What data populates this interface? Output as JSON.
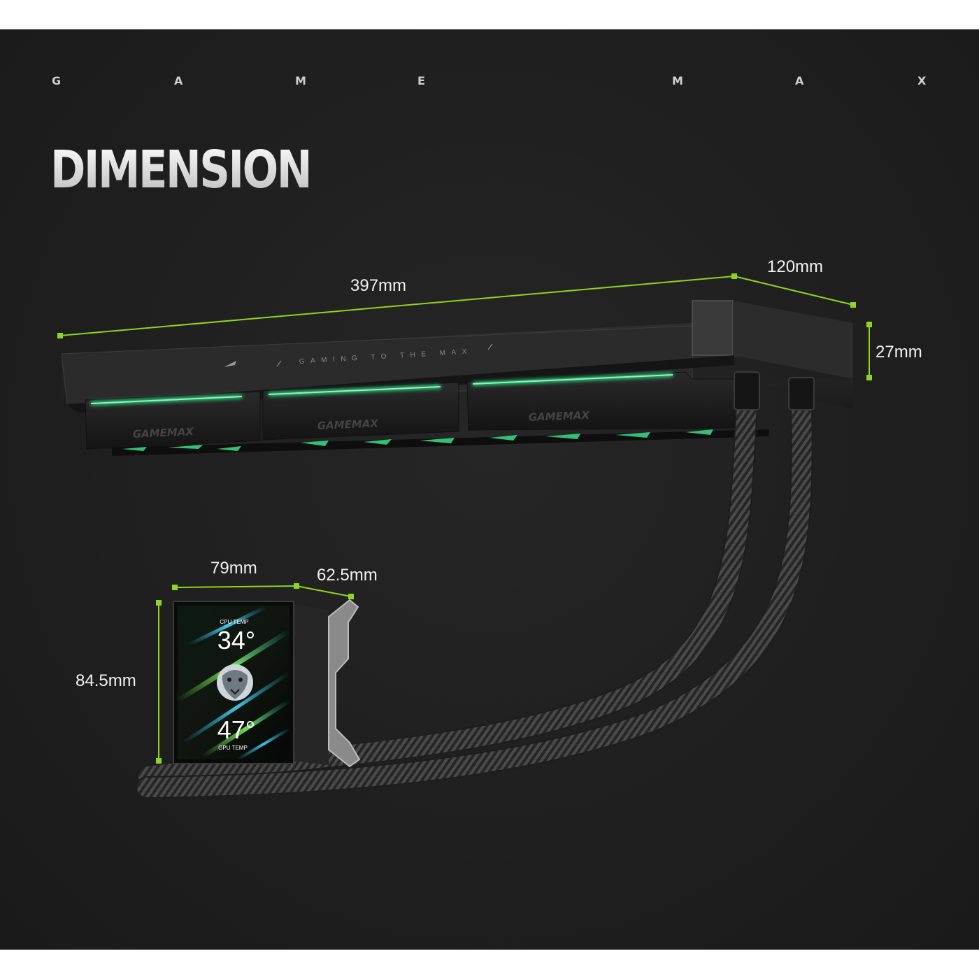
{
  "brand": {
    "letters": [
      "G",
      "A",
      "M",
      "E",
      "M",
      "A",
      "X"
    ]
  },
  "title": "DIMENSION",
  "radiator": {
    "slogan": "GAMING TO THE MAX",
    "fan_logo": "GAMEMAX",
    "fan_count": 3
  },
  "dimensions": {
    "length": "397mm",
    "width": "120mm",
    "height": "27mm",
    "pump_width": "79mm",
    "pump_depth": "62.5mm",
    "pump_height": "84.5mm"
  },
  "pump_screen": {
    "cpu_label": "CPU TEMP",
    "cpu_value": "34°",
    "gpu_value": "47°",
    "gpu_label": "GPU TEMP",
    "mascot": "lion-head-icon"
  },
  "colors": {
    "accent_green": "#8fd41f",
    "rgb_glow": "#39e08a",
    "background": "#1f1f1f"
  }
}
